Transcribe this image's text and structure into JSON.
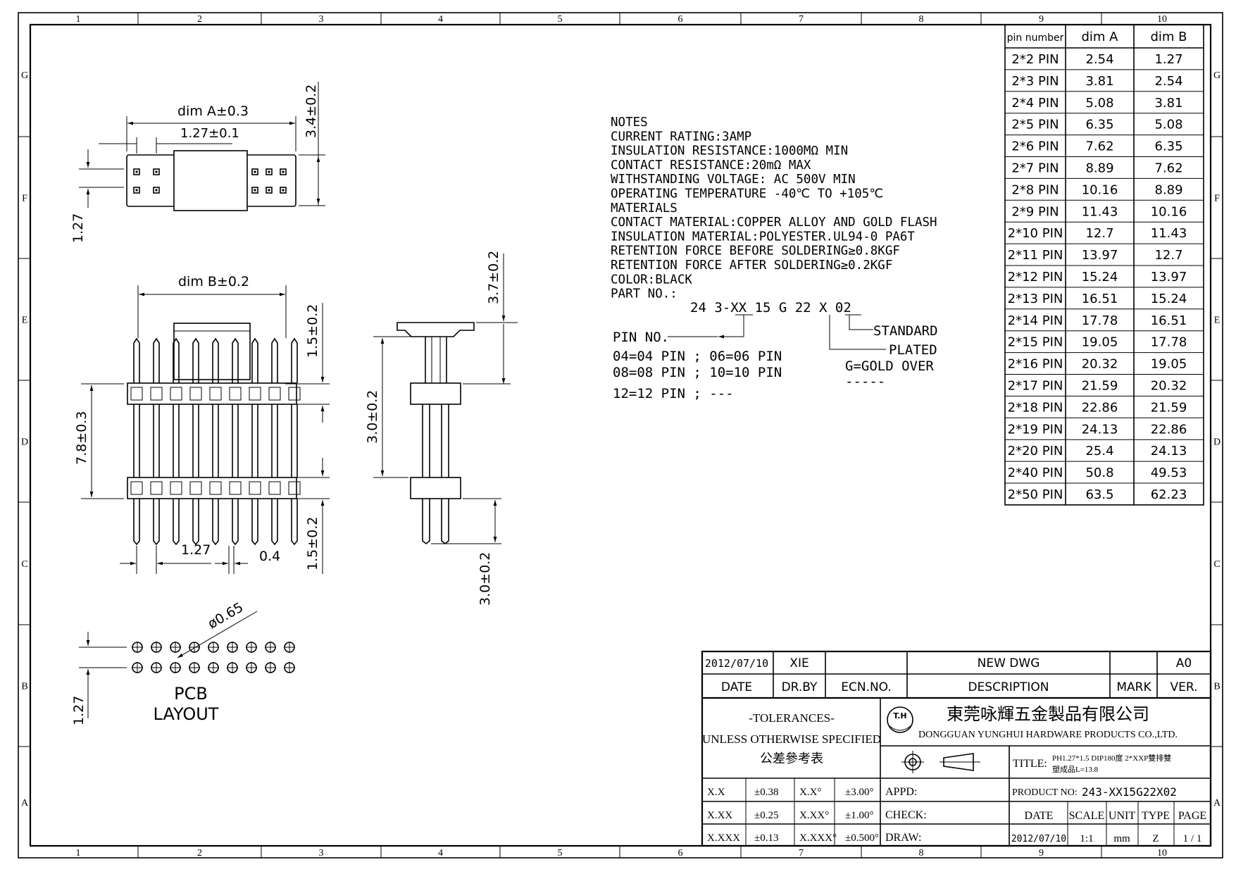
{
  "frame": {
    "col_labels": [
      "1",
      "2",
      "3",
      "4",
      "5",
      "6",
      "7",
      "8",
      "9",
      "10"
    ],
    "row_labels": [
      "G",
      "F",
      "E",
      "D",
      "C",
      "B",
      "A"
    ]
  },
  "top_view": {
    "dim_a": "dim A±0.3",
    "pitch": "1.27±0.1",
    "height": "3.4±0.2",
    "row_pitch": "1.27"
  },
  "front_view": {
    "dim_b": "dim B±0.2",
    "upper_pin": "1.5±0.2",
    "body_spacing": "7.8±0.3",
    "lower_pin": "1.5±0.2",
    "pitch": "1.27",
    "pin_width": "0.4"
  },
  "side_view": {
    "top_height": "3.7±0.2",
    "mid_height": "3.0±0.2",
    "bottom_height": "3.0±0.2"
  },
  "pcb": {
    "hole": "ø0.65",
    "row_pitch": "1.27",
    "label_line1": "PCB",
    "label_line2": "LAYOUT"
  },
  "notes": {
    "lines": [
      "NOTES",
      "CURRENT RATING:3AMP",
      "INSULATION RESISTANCE:1000MΩ MIN",
      "CONTACT RESISTANCE:20mΩ MAX",
      "WITHSTANDING VOLTAGE: AC 500V MIN",
      "OPERATING TEMPERATURE -40℃ TO +105℃",
      "MATERIALS",
      "CONTACT MATERIAL:COPPER ALLOY AND GOLD FLASH",
      "INSULATION MATERIAL:POLYESTER.UL94-0 PA6T",
      "RETENTION FORCE BEFORE SOLDERING≥0.8KGF",
      "RETENTION  FORCE AFTER SOLDERING≥0.2KGF",
      "COLOR:BLACK",
      "PART NO.:"
    ],
    "part_code": "24 3-XX 15 G 22 X 02",
    "standard": "STANDARD",
    "plated": "PLATED",
    "gold_over": "G=GOLD OVER",
    "dashes": "-----",
    "pin_no": "PIN NO.",
    "pin_opts": [
      "04=04 PIN ; 06=06 PIN",
      "08=08 PIN ; 10=10 PIN",
      "12=12 PIN ; ---"
    ]
  },
  "dim_table": {
    "headers": [
      "pin number",
      "dim A",
      "dim B"
    ],
    "rows": [
      [
        "2*2 PIN",
        "2.54",
        "1.27"
      ],
      [
        "2*3 PIN",
        "3.81",
        "2.54"
      ],
      [
        "2*4 PIN",
        "5.08",
        "3.81"
      ],
      [
        "2*5 PIN",
        "6.35",
        "5.08"
      ],
      [
        "2*6 PIN",
        "7.62",
        "6.35"
      ],
      [
        "2*7 PIN",
        "8.89",
        "7.62"
      ],
      [
        "2*8 PIN",
        "10.16",
        "8.89"
      ],
      [
        "2*9 PIN",
        "11.43",
        "10.16"
      ],
      [
        "2*10 PIN",
        "12.7",
        "11.43"
      ],
      [
        "2*11 PIN",
        "13.97",
        "12.7"
      ],
      [
        "2*12 PIN",
        "15.24",
        "13.97"
      ],
      [
        "2*13 PIN",
        "16.51",
        "15.24"
      ],
      [
        "2*14 PIN",
        "17.78",
        "16.51"
      ],
      [
        "2*15 PIN",
        "19.05",
        "17.78"
      ],
      [
        "2*16 PIN",
        "20.32",
        "19.05"
      ],
      [
        "2*17 PIN",
        "21.59",
        "20.32"
      ],
      [
        "2*18 PIN",
        "22.86",
        "21.59"
      ],
      [
        "2*19 PIN",
        "24.13",
        "22.86"
      ],
      [
        "2*20 PIN",
        "25.4",
        "24.13"
      ],
      [
        "2*40 PIN",
        "50.8",
        "49.53"
      ],
      [
        "2*50 PIN",
        "63.5",
        "62.23"
      ]
    ]
  },
  "title_block": {
    "rev_date": "2012/07/10",
    "rev_by": "XIE",
    "rev_ecn": "",
    "rev_desc": "NEW DWG",
    "rev_mark": "",
    "rev_ver": "A0",
    "h_date": "DATE",
    "h_drby": "DR.BY",
    "h_ecn": "ECN.NO.",
    "h_desc": "DESCRIPTION",
    "h_mark": "MARK",
    "h_ver": "VER.",
    "tol1": "-TOLERANCES-",
    "tol2": "UNLESS OTHERWISE SPECIFIED",
    "tol3": "公差參考表",
    "logo_text": "T.H",
    "company_cn": "東莞咏輝五金製品有限公司",
    "company_en": "DONGGUAN YUNGHUI HARDWARE PRODUCTS CO.,LTD.",
    "title_label": "TITLE:",
    "title_line1": "PH1.27*1.5 DIP180度 2*XXP雙排雙",
    "title_line2": "塑成品L=13.8",
    "product_label": "PRODUCT NO:",
    "product_no": "243-XX15G22X02",
    "tol_rows": [
      [
        "X.X",
        "±0.38",
        "X.X°",
        "±3.00°"
      ],
      [
        "X.XX",
        "±0.25",
        "X.XX°",
        "±1.00°"
      ],
      [
        "X.XXX",
        "±0.13",
        "X.XXX°",
        "±0.500°"
      ]
    ],
    "appd": "APPD:",
    "check": "CHECK:",
    "draw": "DRAW:",
    "f_date": "DATE",
    "f_scale": "SCALE",
    "f_unit": "UNIT",
    "f_type": "TYPE",
    "f_page": "PAGE",
    "v_date": "2012/07/10",
    "v_scale": "1:1",
    "v_unit": "mm",
    "v_type": "Z",
    "v_page": "1 / 1"
  }
}
